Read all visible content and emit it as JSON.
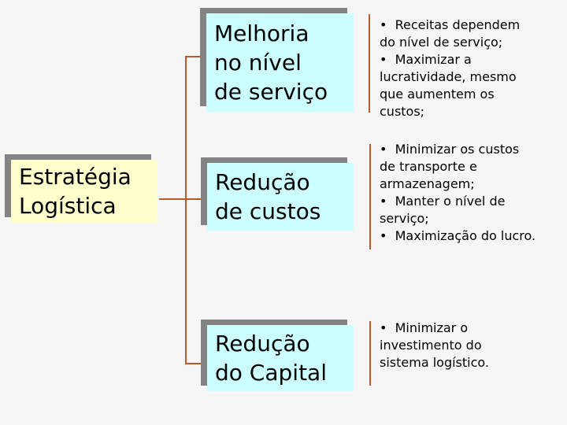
{
  "slide": {
    "topic": "Estratégia Logística"
  },
  "colors": {
    "background": "#f6f6f6",
    "root_box_fill": "#ffffcc",
    "goal_box_fill": "#ccffff",
    "box_shadow": "#838383",
    "connector": "#b85a2e",
    "text": "#000000"
  },
  "root_box": {
    "label": "Estratégia\nLogística"
  },
  "branches": [
    {
      "box_label": "Melhoria\nno nível\nde serviço",
      "notes": "•  Receitas dependem\ndo nível de serviço;\n•  Maximizar a\nlucratividade, mesmo\nque aumentem os\ncustos;"
    },
    {
      "box_label": "Redução\nde custos",
      "notes": "•  Minimizar os custos\nde transporte e\narmazenagem;\n•  Manter o nível de\nserviço;\n•  Maximização do lucro."
    },
    {
      "box_label": "Redução\ndo Capital",
      "notes": "•  Minimizar o\ninvestimento do\nsistema logístico."
    }
  ]
}
